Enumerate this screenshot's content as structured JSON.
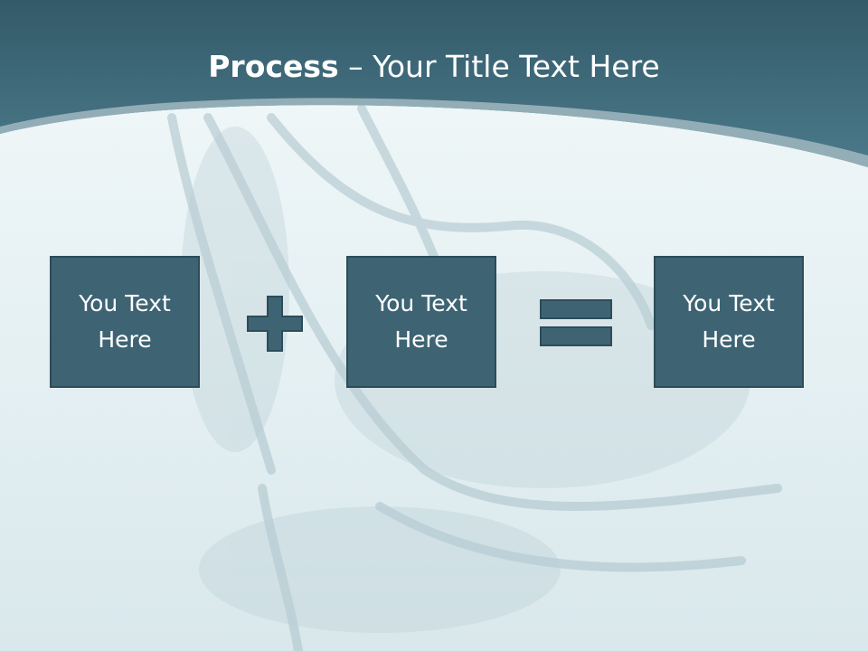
{
  "slide": {
    "title_bold": "Process",
    "title_rest": " – Your Title Text Here",
    "boxes": [
      {
        "text": "You Text Here"
      },
      {
        "text": "You Text Here"
      },
      {
        "text": "You Text Here"
      }
    ],
    "operators": [
      "plus-icon",
      "equals-icon"
    ]
  },
  "colors": {
    "header": "#3d6878",
    "box_fill": "#3e6474",
    "box_border": "#2d4c58",
    "text": "#ffffff"
  }
}
